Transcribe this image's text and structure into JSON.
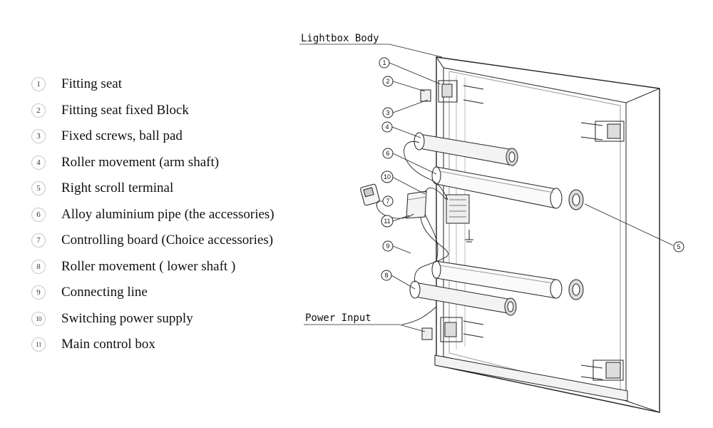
{
  "legend": [
    {
      "num": "1",
      "label": "Fitting seat"
    },
    {
      "num": "2",
      "label": "Fitting seat fixed Block"
    },
    {
      "num": "3",
      "label": "Fixed screws, ball pad"
    },
    {
      "num": "4",
      "label": "Roller movement (arm shaft)"
    },
    {
      "num": "5",
      "label": "Right scroll terminal"
    },
    {
      "num": "6",
      "label": "Alloy aluminium pipe (the accessories)"
    },
    {
      "num": "7",
      "label": "Controlling board (Choice accessories)"
    },
    {
      "num": "8",
      "label": "Roller movement ( lower shaft )"
    },
    {
      "num": "9",
      "label": "Connecting line"
    },
    {
      "num": "10",
      "label": "Switching power supply"
    },
    {
      "num": "11",
      "label": "Main control box"
    }
  ],
  "diagram": {
    "lightbox_label": "Lightbox Body",
    "power_label": "Power Input",
    "callouts": [
      "1",
      "2",
      "3",
      "4",
      "5",
      "6",
      "7",
      "8",
      "9",
      "10",
      "11"
    ]
  }
}
